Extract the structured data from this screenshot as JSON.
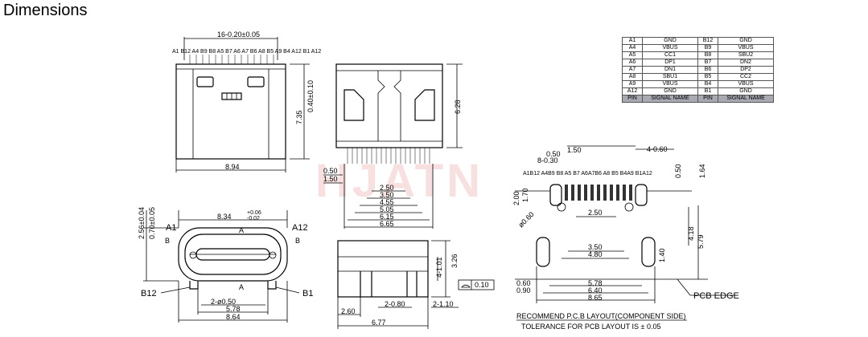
{
  "heading": "Dimensions",
  "watermark": "HJATN",
  "pin_table": {
    "rows": [
      [
        "A1",
        "GND",
        "B12",
        "GND"
      ],
      [
        "A4",
        "VBUS",
        "B9",
        "VBUS"
      ],
      [
        "A5",
        "CC1",
        "B8",
        "SBU2"
      ],
      [
        "A6",
        "DP1",
        "B7",
        "DN2"
      ],
      [
        "A7",
        "DN1",
        "B6",
        "DP2"
      ],
      [
        "A8",
        "SBU1",
        "B5",
        "CC2"
      ],
      [
        "A9",
        "VBUS",
        "B4",
        "VBUS"
      ],
      [
        "A12",
        "GND",
        "B1",
        "GND"
      ]
    ],
    "header": [
      "PIN",
      "SIGNAL NAME",
      "PIN",
      "SIGNAL NAME"
    ]
  },
  "top_view": {
    "pitch": "16-0.20±0.05",
    "pins_label": "A1 B12 A4 B9 B8 A5 B7 A6 A7 B6 A8 B5 A9 B4 A12 B1 A12",
    "width": "8.94",
    "height": "7.35",
    "height2": "0.40±0.10"
  },
  "bottom_view": {
    "height": "6.28",
    "d1": "0.50",
    "d2": "1.50",
    "d3": "2.50",
    "d4": "3.50",
    "d5": "4.55",
    "d6": "5.05",
    "d7": "6.15",
    "d8": "6.65"
  },
  "front_view": {
    "width": "8.34",
    "width_tol_up": "+0.06",
    "width_tol_dn": "-0.02",
    "h1": "2.56±0.04",
    "h2": "0.70±0.05",
    "a1": "A1",
    "a12": "A12",
    "b12": "B12",
    "b1": "B1",
    "a": "A",
    "b": "B",
    "pad": "2-ø0.50",
    "w1": "5.78",
    "w2": "8.64"
  },
  "side_view": {
    "h1": "4-1.01",
    "h2": "3.26",
    "flat": "0.10",
    "d1": "2.60",
    "d2": "2-0.80",
    "d3": "2-1.10",
    "d4": "6.77"
  },
  "pcb": {
    "d150": "1.50",
    "d050": "0.50",
    "d8": "8-0.30",
    "d4": "4-0.60",
    "pins": "A1B12 A4B9 B8 A5 B7 A6A7B6 A8 B5 B4A9 B1A12",
    "d050b": "0.50",
    "d164": "1.64",
    "d200": "2.00",
    "d170": "1.70",
    "hole": "ø0.60",
    "d250": "2.50",
    "d350": "3.50",
    "d480": "4.80",
    "d418": "4.18",
    "d579": "5.79",
    "d140": "1.40",
    "d060": "0.60",
    "d090": "0.90",
    "d578": "5.78",
    "d640": "6.40",
    "d865": "8.65",
    "edge": "PCB EDGE",
    "caption1": "RECOMMEND P.C.B LAYOUT(COMPONENT SIDE)",
    "caption2": "TOLERANCE FOR PCB LAYOUT IS ± 0.05"
  }
}
